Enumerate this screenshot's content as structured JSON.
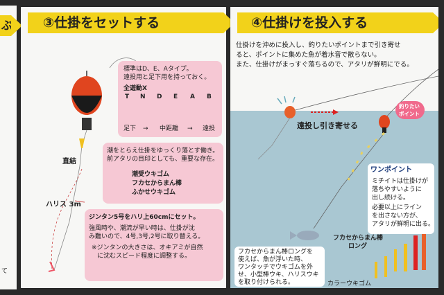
{
  "left_panel": {
    "fragment_top": "ぶ",
    "fragment_bottom": "て"
  },
  "step3": {
    "title": "③仕掛をセットする",
    "float_info": {
      "line1": "標準はD、E、Aタイプ。",
      "line2": "遠投用と足下用を持っておく。",
      "brand": "全遊動X",
      "float_brand_text": "全遊動X",
      "types": [
        "T",
        "N",
        "D",
        "E",
        "A",
        "B"
      ],
      "scale": [
        "足下",
        "→",
        "中距離",
        "→",
        "遠投"
      ]
    },
    "tide_info": {
      "line1": "潮をとらえ仕掛をゆっくり落とす働き。",
      "line2": "前アタリの目印としても、重要な存在。",
      "items": [
        "潮受ウキゴム",
        "フカセからまん棒",
        "ふかせウキゴム"
      ]
    },
    "chokketsu": "直結",
    "harisu": "ハリス 3m",
    "sinker_info": {
      "line1": "ジンタン5号をハリ上60cmにセット。",
      "line2": "強風時や、潮流が早い時は、仕掛が沈",
      "line3": "み難いので、4号,3号,2号に取り替える。",
      "line4": "※ジンタンの大きさは、オキアミが自然",
      "line5": "に沈むスピード程度に調整する。"
    }
  },
  "step4": {
    "title": "④仕掛けを投入する",
    "intro": {
      "line1": "仕掛けを沖めに投入し、釣りたいポイントまで引き寄せ",
      "line2": "ると、ポイントに集めた魚が着水音で散らない。",
      "line3": "また、仕掛けがまっすぐ落ちるので、アタリが鮮明にでる。"
    },
    "point_label_1": "釣りたい",
    "point_label_2": "ポイント",
    "cast_label": "遠投し引き寄せる",
    "one_point": {
      "title": "ワンポイント",
      "line1": "ミチイトは仕掛けが",
      "line2": "落ちやすいように",
      "line3": "出し続ける。",
      "line4": "必要以上にライン",
      "line5": "を出さない方が、",
      "line6": "アタリが鮮明に出る。"
    },
    "rod_label_1": "フカセからまん棒",
    "rod_label_2": "ロング",
    "long_info": {
      "line1": "フカセからまん棒ロングを",
      "line2": "使えば、魚が浮いた時、",
      "line3": "ワンタッチでウキゴムを外",
      "line4": "せ、小型棒ウキ、ハリスウキ",
      "line5": "を取り付けられる。"
    },
    "color_label": "カラーウキゴム"
  }
}
